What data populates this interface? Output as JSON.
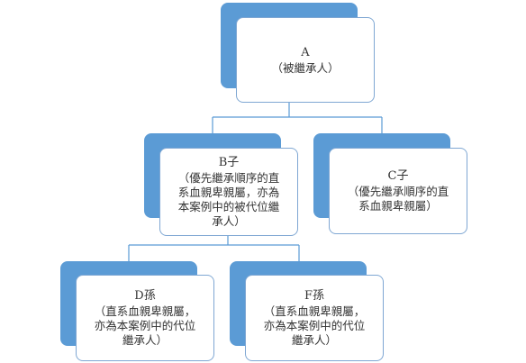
{
  "nodes": {
    "a": {
      "title": "A",
      "desc": "（被繼承人）"
    },
    "b": {
      "title": "B子",
      "desc": "（優先繼承順序的直\n系血親卑親屬，亦為\n本案例中的被代位繼\n承人）"
    },
    "c": {
      "title": "C子",
      "desc": "（優先繼承順序的直\n系血親卑親屬）"
    },
    "d": {
      "title": "D孫",
      "desc": "（直系血親卑親屬，\n亦為本案例中的代位\n繼承人）"
    },
    "f": {
      "title": "F孫",
      "desc": "（直系血親卑親屬，\n亦為本案例中的代位\n繼承人）"
    }
  },
  "colors": {
    "back_block": "#5b9bd5",
    "front_border": "#7fa7d3",
    "connector": "#5b9bd5"
  }
}
